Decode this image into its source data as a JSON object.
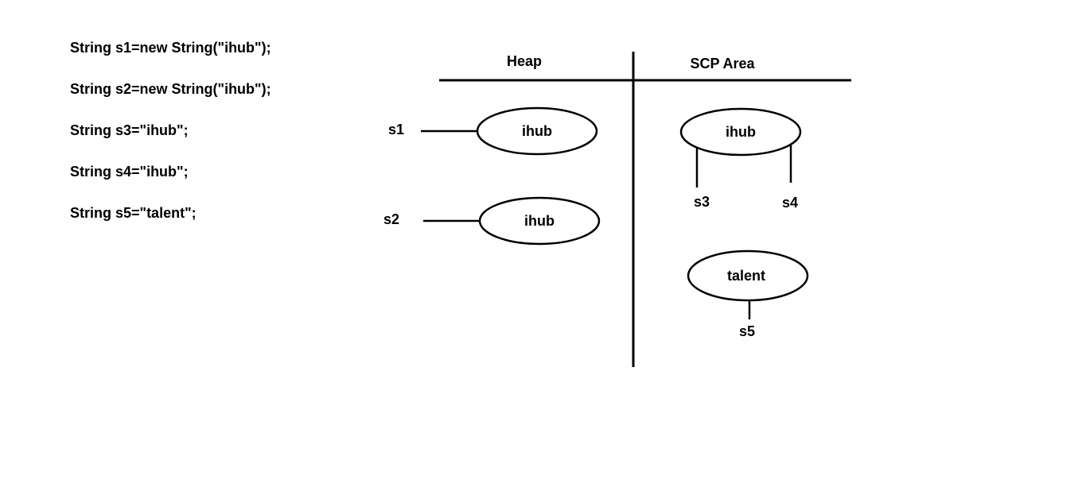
{
  "code_lines": [
    "String s1=new String(\"ihub\");",
    "String s2=new String(\"ihub\");",
    "String s3=\"ihub\";",
    "String s4=\"ihub\";",
    "String s5=\"talent\";"
  ],
  "regions": {
    "heap": "Heap",
    "scp": "SCP Area"
  },
  "heap_objects": [
    {
      "value": "ihub",
      "reference": "s1"
    },
    {
      "value": "ihub",
      "reference": "s2"
    }
  ],
  "scp_objects": [
    {
      "value": "ihub",
      "references": [
        "s3",
        "s4"
      ]
    },
    {
      "value": "talent",
      "references": [
        "s5"
      ]
    }
  ],
  "colors": {
    "stroke": "#000000",
    "background": "#ffffff"
  }
}
